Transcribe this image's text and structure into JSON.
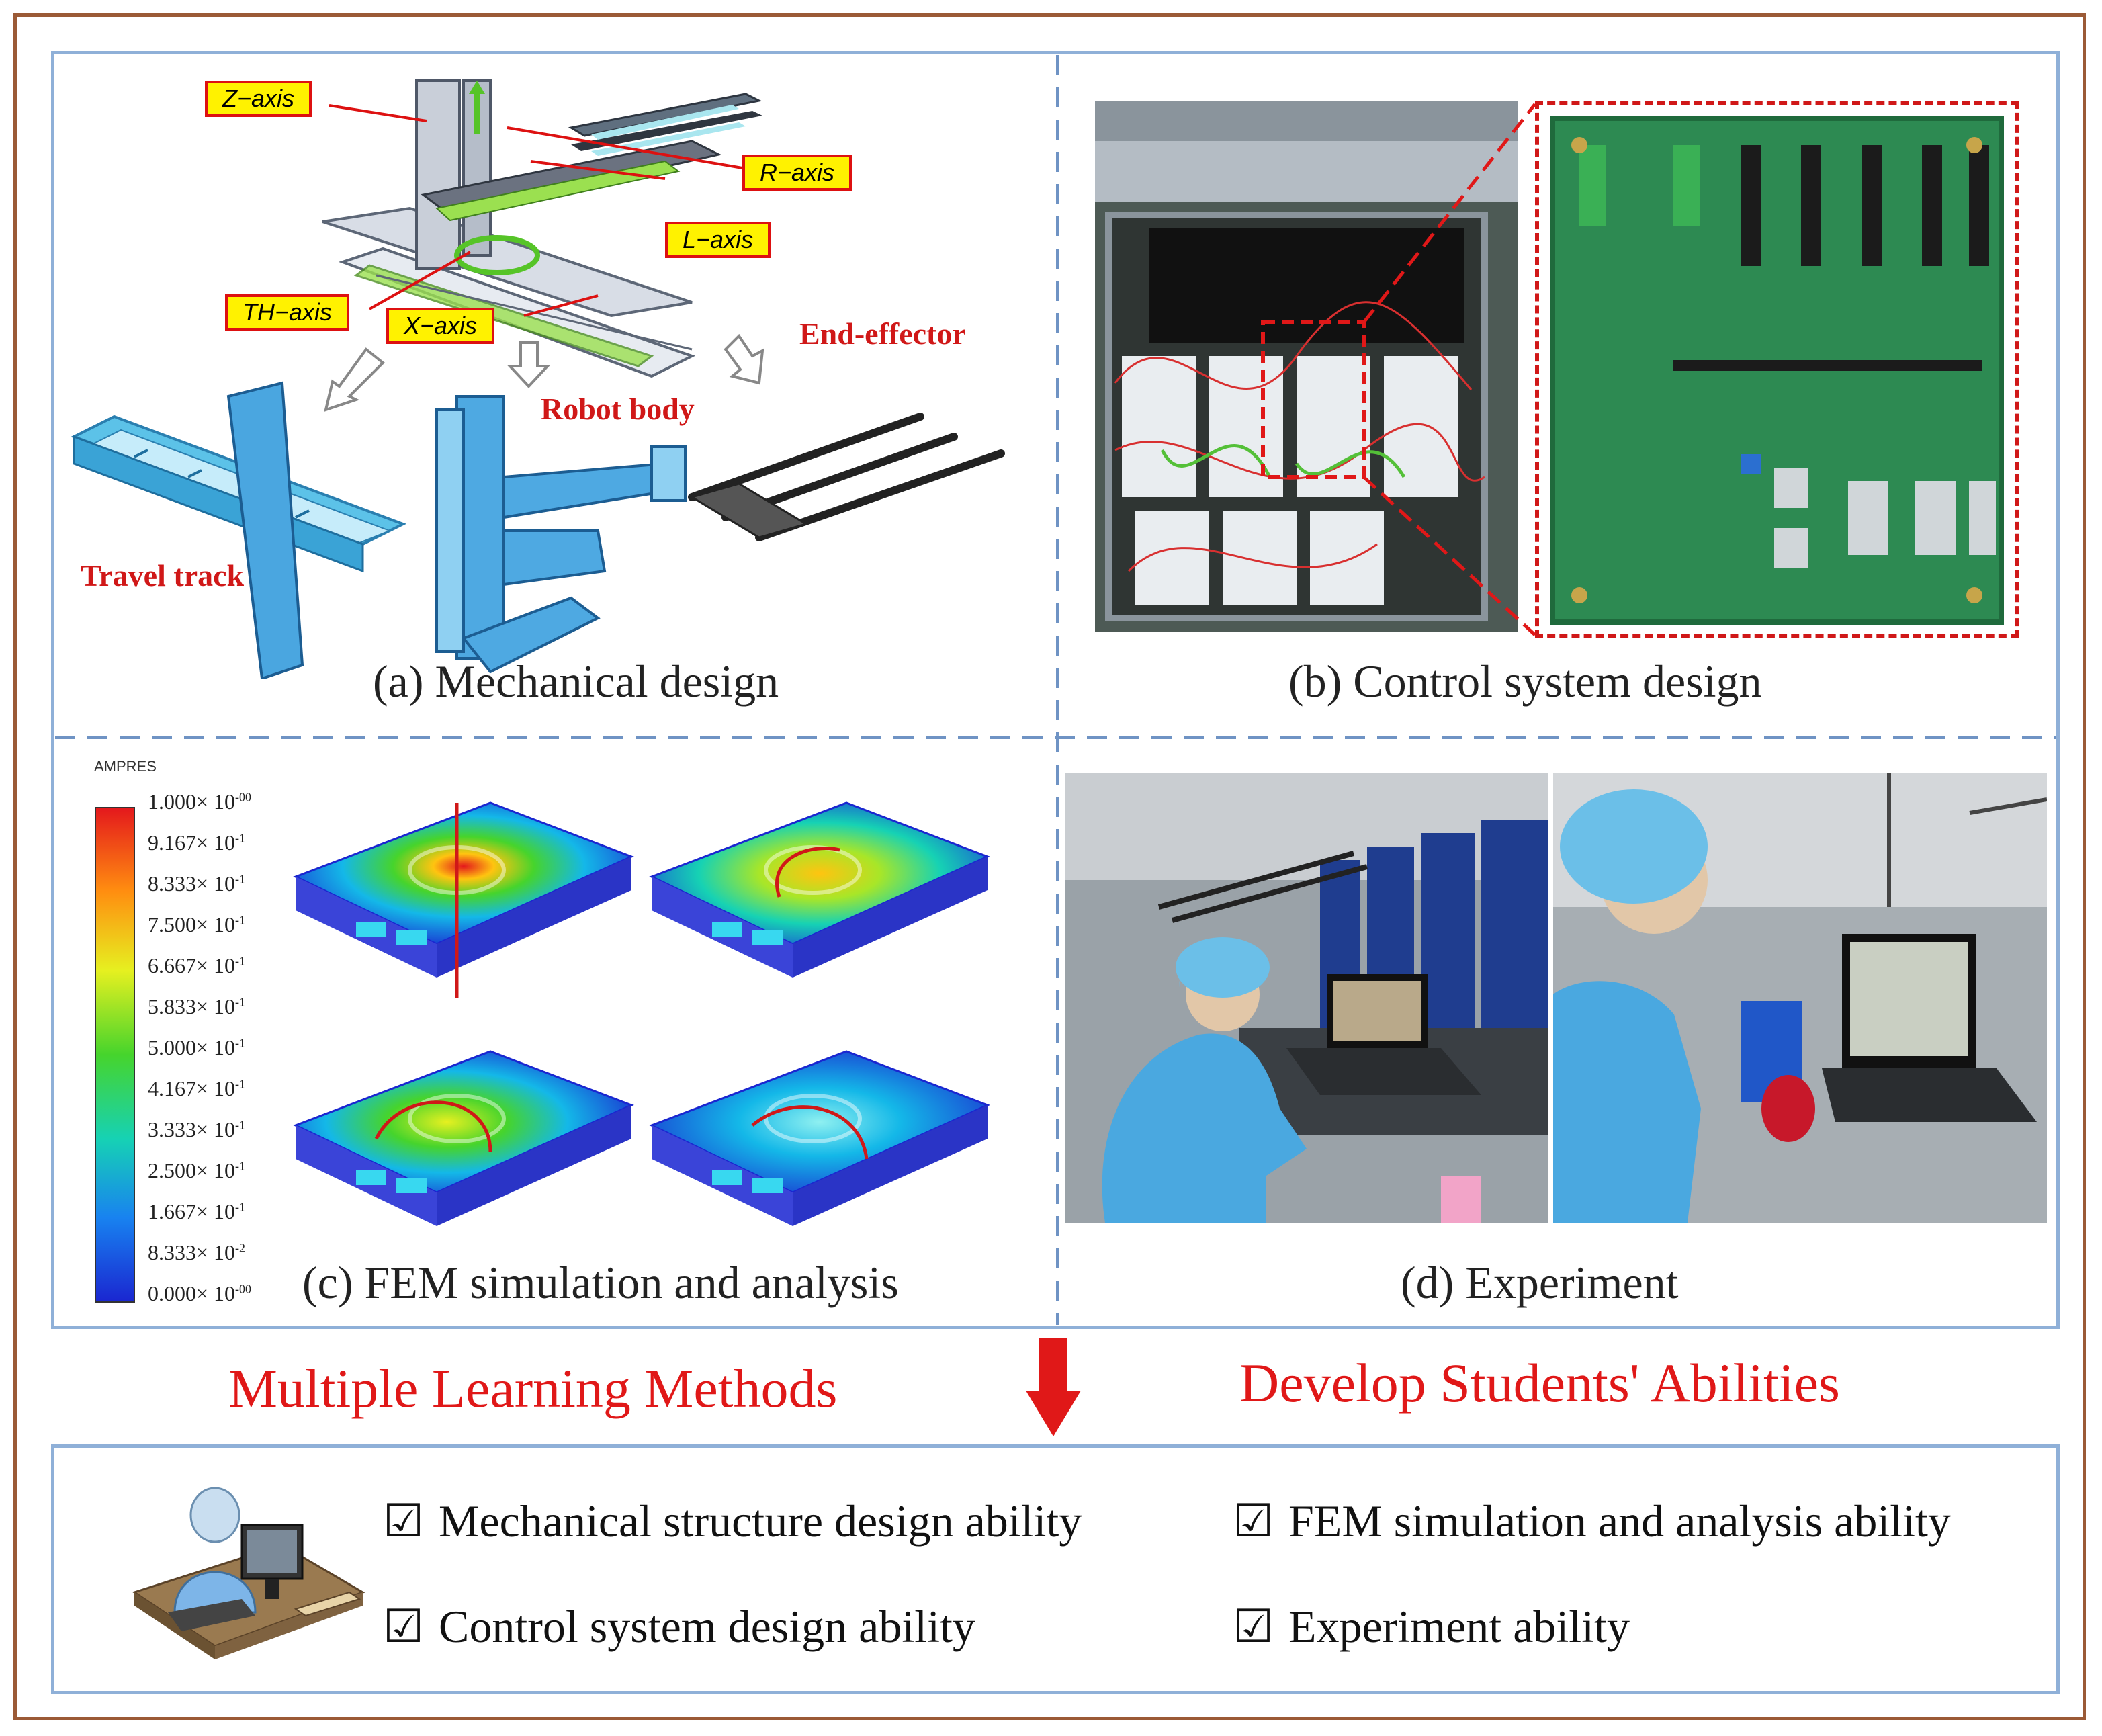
{
  "panels": {
    "a": {
      "caption": "(a) Mechanical design",
      "axes": [
        "Z−axis",
        "R−axis",
        "L−axis",
        "TH−axis",
        "X−axis"
      ],
      "parts": {
        "end_effector": "End-effector",
        "robot_body": "Robot body",
        "travel_track": "Travel track"
      }
    },
    "b": {
      "caption": "(b) Control system design"
    },
    "c": {
      "caption": "(c) FEM simulation and analysis",
      "legend_title": "AMPRES",
      "legend_values": [
        "1.000× 10",
        "9.167× 10",
        "8.333× 10",
        "7.500× 10",
        "6.667× 10",
        "5.833× 10",
        "5.000× 10",
        "4.167× 10",
        "3.333× 10",
        "2.500× 10",
        "1.667× 10",
        "8.333× 10",
        "0.000× 10"
      ],
      "legend_exponents": [
        "-00",
        "-1",
        "-1",
        "-1",
        "-1",
        "-1",
        "-1",
        "-1",
        "-1",
        "-1",
        "-1",
        "-2",
        "-00"
      ],
      "legend_colors": [
        "#e4181c",
        "#ff5a10",
        "#ff8e10",
        "#ffc410",
        "#e6f020",
        "#a8e628",
        "#46d42c",
        "#1ec864",
        "#16d2b4",
        "#14b8e8",
        "#1882f0",
        "#1650e6",
        "#1a26d0"
      ]
    },
    "d": {
      "caption": "(d) Experiment"
    }
  },
  "summary": {
    "left_title": "Multiple Learning Methods",
    "right_title": "Develop Students' Abilities",
    "check_symbol": "☑",
    "abilities": [
      "Mechanical structure design ability",
      "FEM simulation and analysis ability",
      "Control system design  ability",
      "Experiment ability"
    ]
  },
  "colors": {
    "frame": "#9b5a36",
    "panel_border": "#8fb0d8",
    "accent_red": "#e01818",
    "label_yellow": "#fff200"
  }
}
